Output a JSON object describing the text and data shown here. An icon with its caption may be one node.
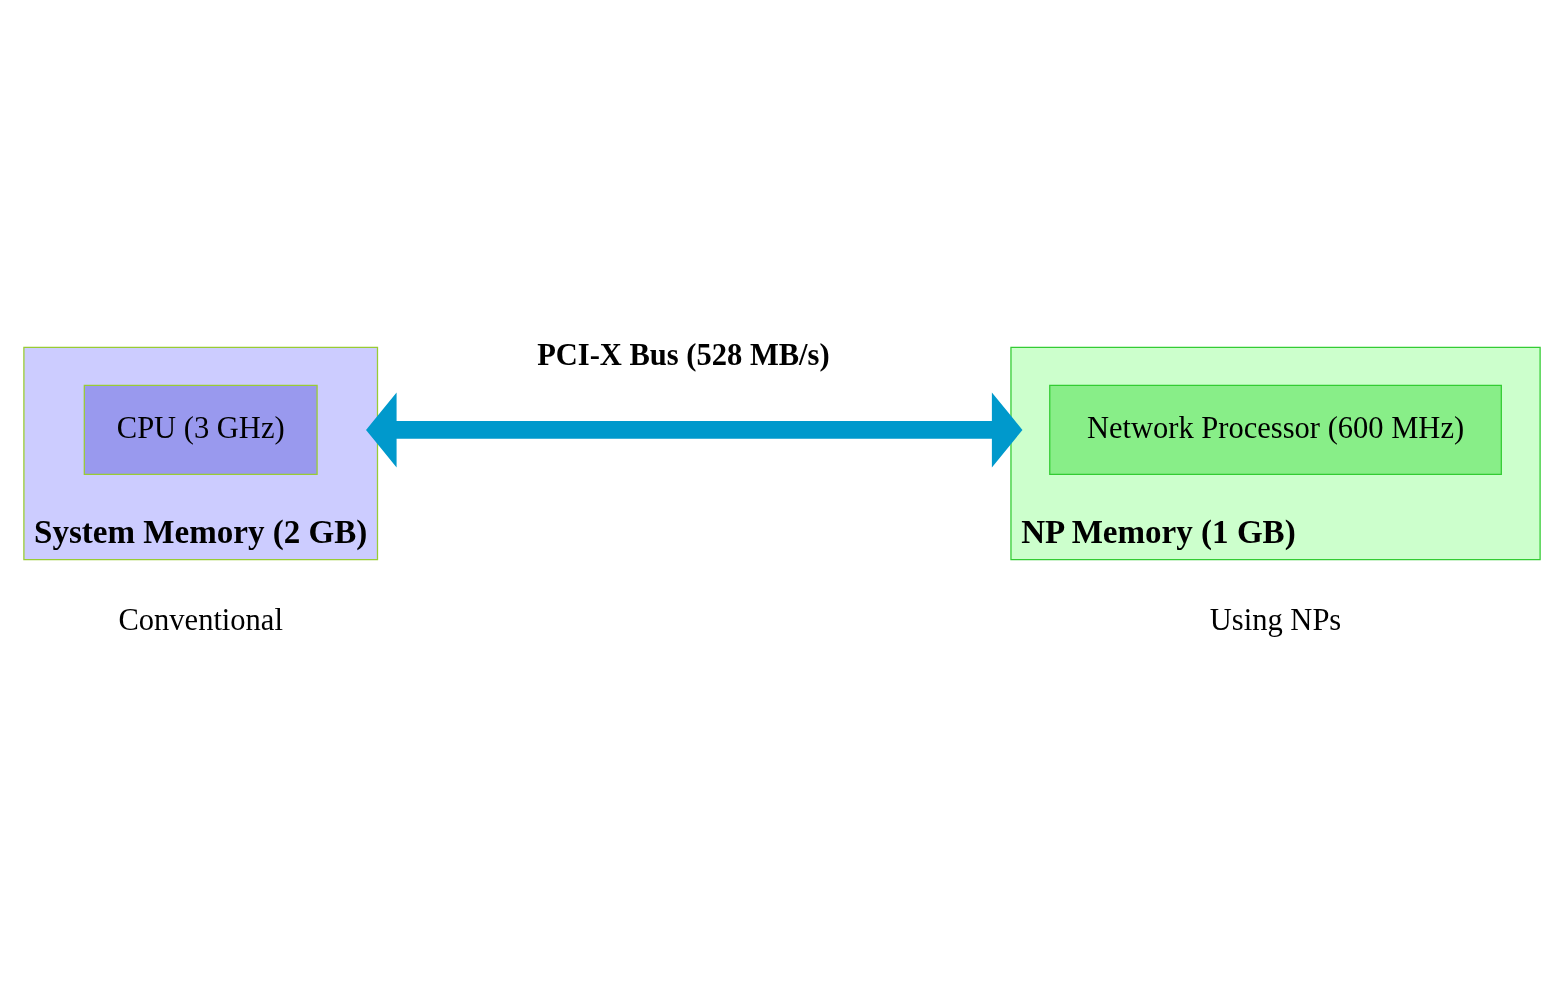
{
  "diagram": {
    "nodes": [
      {
        "text": [
          "System Memory (2 GB)"
        ],
        "beside": [
          "Conventional"
        ]
      },
      {
        "text": [
          "CPU (3 GHz)"
        ],
        "in": 0
      },
      {
        "text": [
          "NP Memory (1 GB)"
        ],
        "beside": [
          "Using NPs"
        ]
      },
      {
        "text": [
          "Network Processor (600 MHz)"
        ],
        "in": 2
      }
    ],
    "edges": [
      {
        "from": 0,
        "to": 2,
        "arrow": "both",
        "label": "PCI-X Bus (528 MB/s)",
        "color": "#0099cc"
      }
    ]
  }
}
